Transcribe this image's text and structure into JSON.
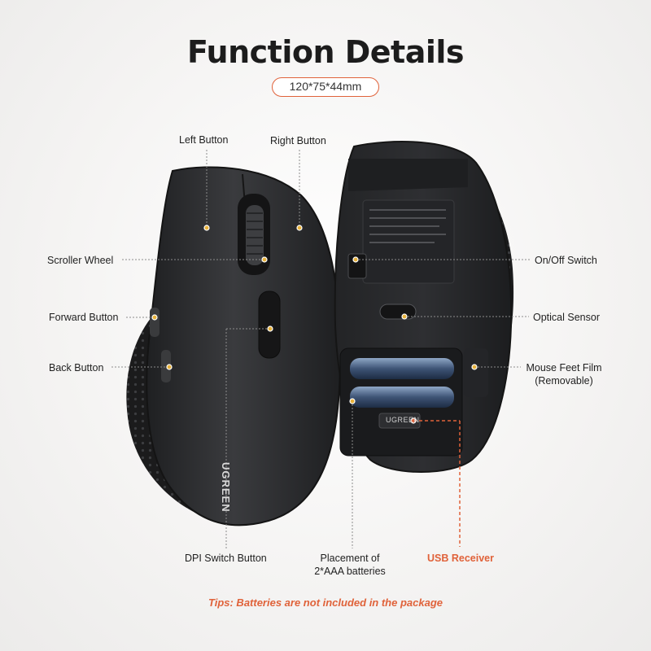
{
  "title": "Function Details",
  "dimensions": "120*75*44mm",
  "brand": "UGREEN",
  "labels": {
    "left_button": "Left Button",
    "right_button": "Right Button",
    "scroller_wheel": "Scroller Wheel",
    "forward_button": "Forward Button",
    "back_button": "Back Button",
    "dpi_switch_button": "DPI Switch Button",
    "battery_placement_line1": "Placement of",
    "battery_placement_line2": "2*AAA batteries",
    "usb_receiver": "USB Receiver",
    "on_off_switch": "On/Off Switch",
    "optical_sensor": "Optical Sensor",
    "mouse_feet_film_line1": "Mouse Feet Film",
    "mouse_feet_film_line2": "(Removable)"
  },
  "tips": "Tips: Batteries are not included in the package",
  "colors": {
    "accent": "#e0623a",
    "mouse_body": "#2b2c2e",
    "marker_dot": "#e8b23a"
  }
}
